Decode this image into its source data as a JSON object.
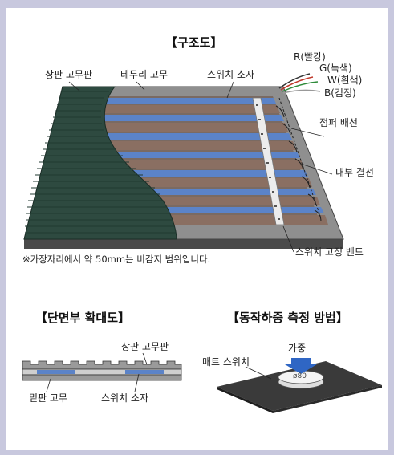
{
  "structure": {
    "title": "【구조도】",
    "labels": {
      "top_rubber": "상판 고무판",
      "edge_rubber": "테두리 고무",
      "switch_element": "스위치 소자",
      "wire_r": "R(빨강)",
      "wire_g": "G(녹색)",
      "wire_w": "W(흰색)",
      "wire_b": "B(검정)",
      "jumper": "점퍼 배선",
      "internal_wiring": "내부 결선",
      "fixing_band": "스위치 고정 밴드"
    },
    "note": "※가장자리에서 약 50mm는 비감지 범위입니다."
  },
  "cross_section": {
    "title": "【단면부 확대도】",
    "labels": {
      "top_rubber": "상판 고무판",
      "bottom_rubber": "밑판 고무",
      "switch_element": "스위치 소자"
    }
  },
  "measurement": {
    "title": "【동작하중 측정 방법】",
    "labels": {
      "load": "가중",
      "mat_switch": "매트 스위치",
      "diameter": "ø80"
    }
  },
  "colors": {
    "background": "#c8c8de",
    "rubber_dark": "#2e4a40",
    "frame_gray": "#8a8a8a",
    "strip_brown": "#8a6f62",
    "strip_blue": "#5b83c8",
    "arrow_blue": "#2f66c4",
    "wire_red": "#c0392b",
    "wire_green": "#2e8b3a"
  }
}
